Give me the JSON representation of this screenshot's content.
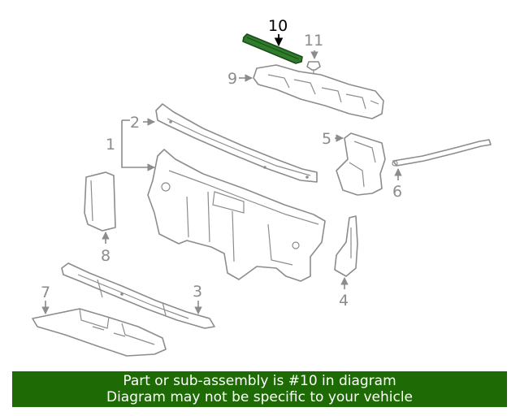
{
  "callouts": {
    "c1": "1",
    "c2": "2",
    "c3": "3",
    "c4": "4",
    "c5": "5",
    "c6": "6",
    "c7": "7",
    "c8": "8",
    "c9": "9",
    "c10": "10",
    "c11": "11"
  },
  "banner": {
    "line1": "Part or sub-assembly is #10 in diagram",
    "line2": "Diagram may not be specific to your vehicle"
  },
  "colors": {
    "highlight_part": "#2e7d2a",
    "banner_bg": "#1e6b06",
    "line_gray": "#8c8c8c"
  }
}
